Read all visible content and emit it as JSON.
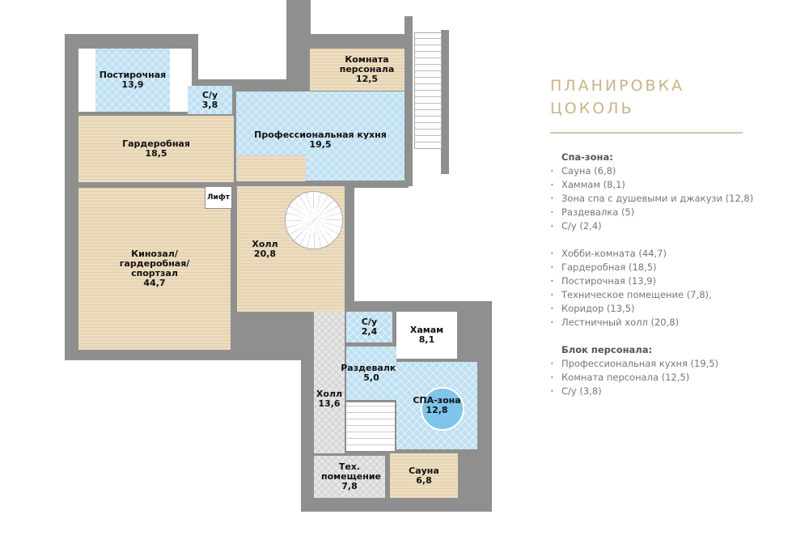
{
  "plan": {
    "rooms": [
      {
        "id": "postirochnaya",
        "name": "Постирочная",
        "area": "13,9"
      },
      {
        "id": "su-staff",
        "name": "С/у",
        "area": "3,8"
      },
      {
        "id": "staff-room",
        "name": "Комната персонала",
        "area": "12,5"
      },
      {
        "id": "kitchen",
        "name": "Профессиональная кухня",
        "area": "19,5"
      },
      {
        "id": "garderobnaya",
        "name": "Гардеробная",
        "area": "18,5"
      },
      {
        "id": "lift",
        "name": "Лифт",
        "area": ""
      },
      {
        "id": "kinozal",
        "name": "Кинозал/ гардеробная/ спортзал",
        "area": "44,7"
      },
      {
        "id": "hall-stairs",
        "name": "Холл",
        "area": "20,8"
      },
      {
        "id": "su-spa",
        "name": "С/у",
        "area": "2,4"
      },
      {
        "id": "hammam",
        "name": "Хамам",
        "area": "8,1"
      },
      {
        "id": "razdevalka",
        "name": "Раздевалка",
        "area": "5,0"
      },
      {
        "id": "spa-zone",
        "name": "СПА-зона",
        "area": "12,8"
      },
      {
        "id": "hall-spa",
        "name": "Холл",
        "area": "13,6"
      },
      {
        "id": "tech",
        "name": "Тех. помещение",
        "area": "7,8"
      },
      {
        "id": "sauna",
        "name": "Сауна",
        "area": "6,8"
      }
    ]
  },
  "panel": {
    "title_line1": "ПЛАНИРОВКА",
    "title_line2": "ЦОКОЛЬ",
    "groups": [
      {
        "heading": "Спа-зона:",
        "items": [
          "Сауна (6,8)",
          "Хаммам (8,1)",
          "Зона спа с душевыми и джакузи (12,8)",
          "Раздевалка (5)",
          "С/у (2,4)"
        ]
      },
      {
        "heading": "",
        "items": [
          "Хобби-комната (44,7)",
          "Гардеробная (18,5)",
          "Постирочная (13,9)",
          "Техническое помещение (7,8),",
          "Коридор (13,5)",
          "Лестничный холл (20,8)"
        ]
      },
      {
        "heading": "Блок персонала:",
        "items": [
          "Профессиональная кухня (19,5)",
          "Комната персонала (12,5)",
          "С/у (3,8)"
        ]
      }
    ]
  }
}
